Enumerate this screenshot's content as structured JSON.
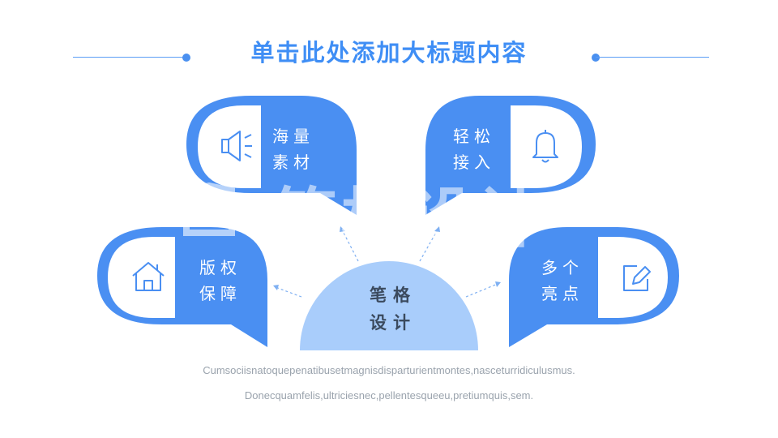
{
  "title": "单击此处添加大标题内容",
  "center": {
    "line1": "笔格",
    "line2": "设计"
  },
  "petals": [
    {
      "id": "top-left",
      "line1": "海量",
      "line2": "素材",
      "icon": "speaker-icon"
    },
    {
      "id": "top-right",
      "line1": "轻松",
      "line2": "接入",
      "icon": "bell-icon"
    },
    {
      "id": "left",
      "line1": "版权",
      "line2": "保障",
      "icon": "home-icon"
    },
    {
      "id": "right",
      "line1": "多个",
      "line2": "亮点",
      "icon": "edit-icon"
    }
  ],
  "captions": [
    "Cumsociisnatoquepenatibusetmagnisdisparturientmontes,nasceturridiculusmus.",
    "Donecquamfelis,ultriciesnec,pellentesqueeu,pretiumquis,sem."
  ],
  "watermark": "笔格设计",
  "colors": {
    "primary": "#4a8ff2",
    "center": "#a9cdfb",
    "title": "#3f8ef5",
    "caption": "#9aa3ad"
  }
}
